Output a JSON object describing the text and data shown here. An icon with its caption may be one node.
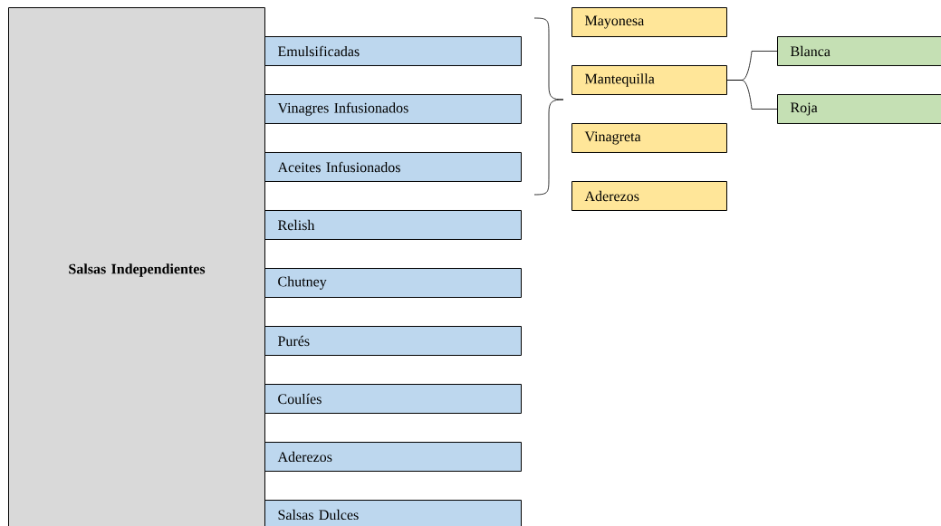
{
  "diagram": {
    "nodes": [
      {
        "text": [
          "Salsas Independientes"
        ]
      },
      {
        "text": [
          "Emulsificadas"
        ]
      },
      {
        "text": [
          "Vinagres Infusionados"
        ]
      },
      {
        "text": [
          "Aceites Infusionados"
        ]
      },
      {
        "text": [
          "Relish"
        ]
      },
      {
        "text": [
          "Chutney"
        ]
      },
      {
        "text": [
          "Purés"
        ]
      },
      {
        "text": [
          "Coulíes"
        ]
      },
      {
        "text": [
          "Aderezos"
        ]
      },
      {
        "text": [
          "Salsas Dulces"
        ]
      },
      {
        "text": [
          "Mayonesa"
        ]
      },
      {
        "text": [
          "Mantequilla"
        ]
      },
      {
        "text": [
          "Vinagreta"
        ]
      },
      {
        "text": [
          "Aderezos"
        ]
      },
      {
        "text": [
          "Blanca"
        ]
      },
      {
        "text": [
          "Roja"
        ]
      }
    ],
    "edges": [
      {
        "from": 11,
        "to": 14,
        "arrow": "none"
      },
      {
        "from": 11,
        "to": 15,
        "arrow": "none"
      }
    ]
  }
}
